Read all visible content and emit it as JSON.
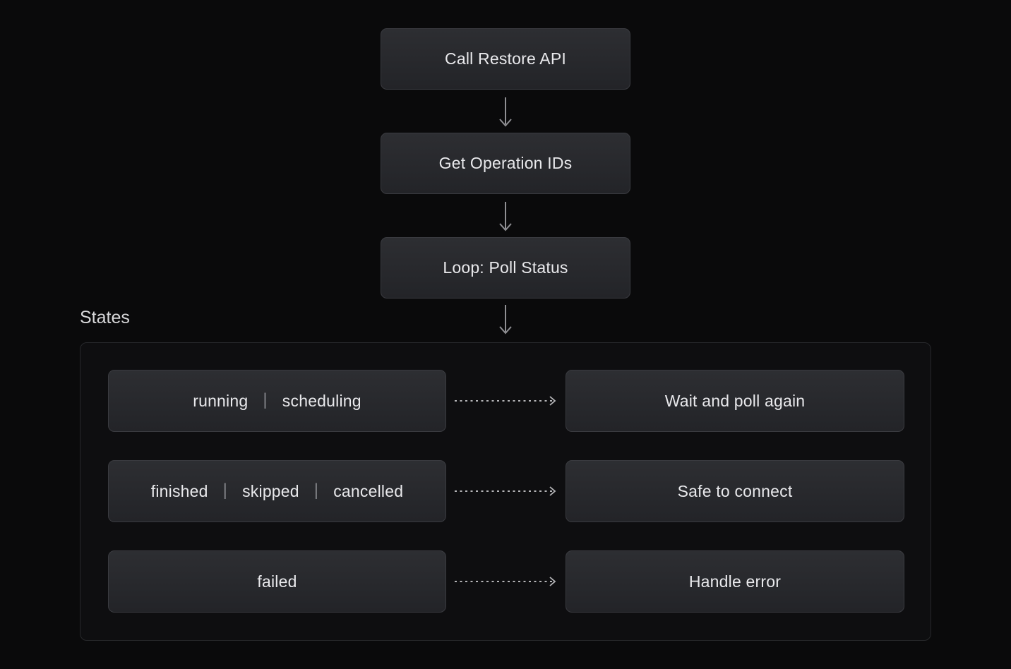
{
  "colors": {
    "background": "#0a0a0b",
    "node_background_top": "#2d2e32",
    "node_background_bottom": "#232428",
    "node_border": "#3a3b40",
    "node_text": "#e9e9ec",
    "arrow": "#909094",
    "dashed_arrow": "#b5b5b8",
    "container_border": "#27282b",
    "section_title": "#d8d8da"
  },
  "flow": {
    "steps": [
      {
        "label": "Call Restore API"
      },
      {
        "label": "Get Operation IDs"
      },
      {
        "label": "Loop: Poll Status"
      }
    ]
  },
  "states": {
    "title": "States",
    "separator": "|",
    "rows": [
      {
        "states": [
          "running",
          "scheduling"
        ],
        "action": "Wait and poll again"
      },
      {
        "states": [
          "finished",
          "skipped",
          "cancelled"
        ],
        "action": "Safe to connect"
      },
      {
        "states": [
          "failed"
        ],
        "action": "Handle error"
      }
    ]
  }
}
